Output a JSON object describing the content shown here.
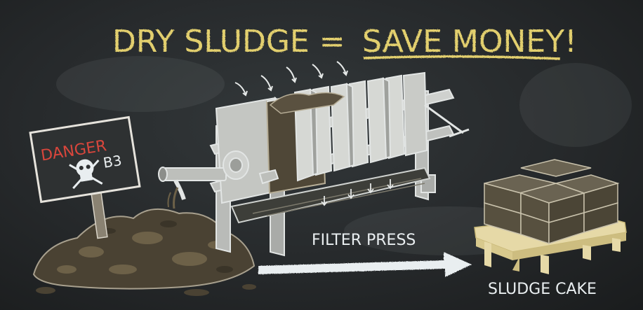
{
  "board": {
    "title_left": "DRY SLUDGE =",
    "title_right": "SAVE MONEY!",
    "title_color": "#e2cf6e",
    "chalk_white": "#e9eef0",
    "danger_color": "#d9463c"
  },
  "sign": {
    "danger": "DANGER",
    "code": "B3",
    "icon": "skull-crossbones-icon"
  },
  "labels": {
    "filter_press": "FILTER PRESS",
    "sludge_cake": "SLUDGE CAKE"
  }
}
